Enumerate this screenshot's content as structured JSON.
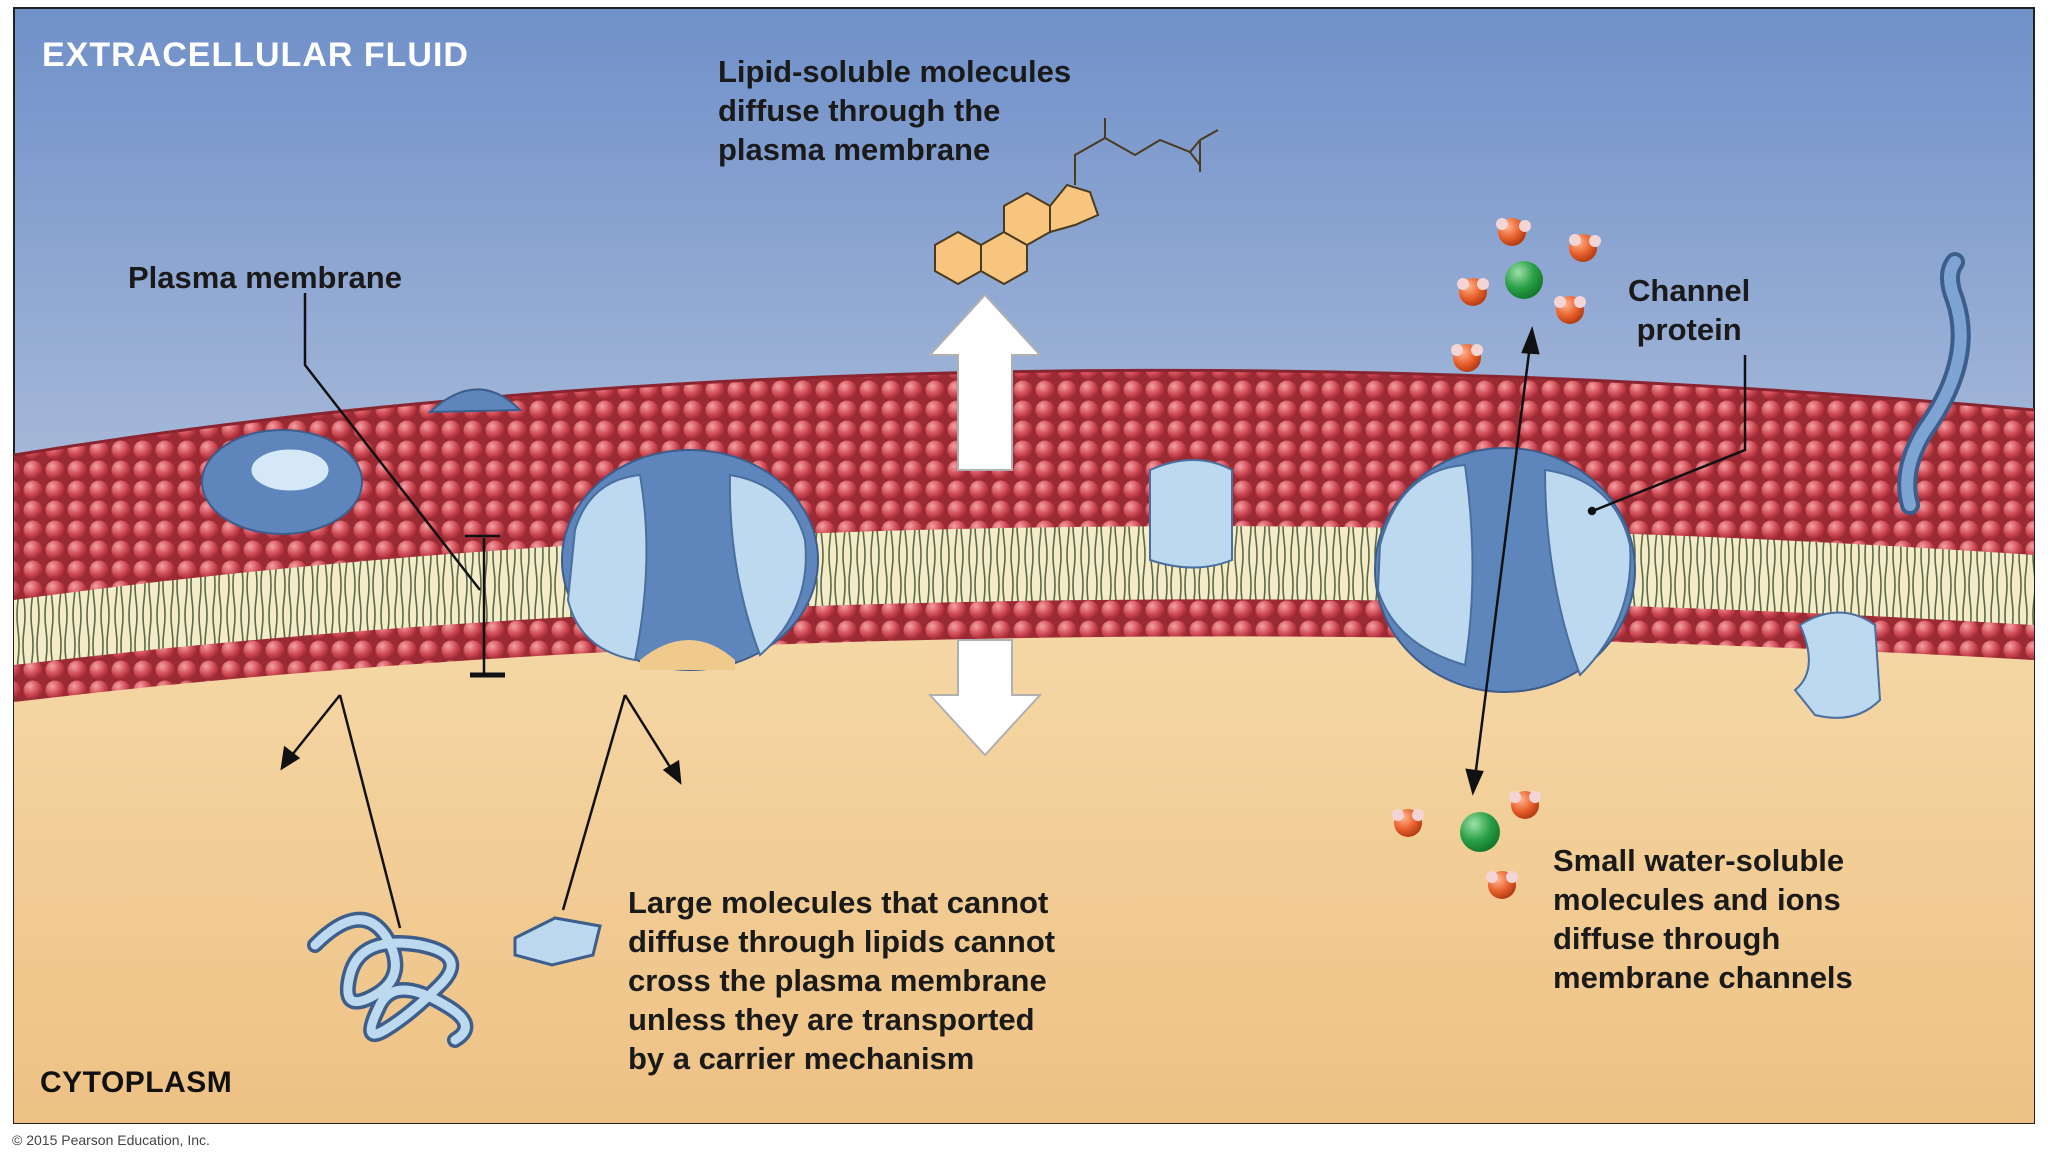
{
  "regions": {
    "extracellular": "EXTRACELLULAR FLUID",
    "cytoplasm": "CYTOPLASM"
  },
  "labels": {
    "plasma_membrane": "Plasma membrane",
    "lipid_soluble": [
      "Lipid-soluble molecules",
      "diffuse through the",
      "plasma membrane"
    ],
    "channel_protein": [
      "Channel",
      "protein"
    ],
    "large_molecules": [
      "Large molecules that cannot",
      "diffuse through lipids cannot",
      "cross the plasma membrane",
      "unless they are transported",
      "by a carrier mechanism"
    ],
    "small_molecules": [
      "Small water-soluble",
      "molecules and ions",
      "diffuse through",
      "membrane channels"
    ]
  },
  "copyright": "© 2015 Pearson Education, Inc.",
  "colors": {
    "extracellular_top": "#6f90c9",
    "extracellular_bottom": "#f5e7d4",
    "cytoplasm": "#f0c98c",
    "lipid_head": "#c9434f",
    "lipid_tail_bg": "#f4ecc8",
    "protein_dark": "#5e86bd",
    "protein_light": "#bcd9f0",
    "hydrocarbon_ring": "#f7c57d",
    "ion_green": "#2aa047",
    "water_red": "#e9622e"
  }
}
